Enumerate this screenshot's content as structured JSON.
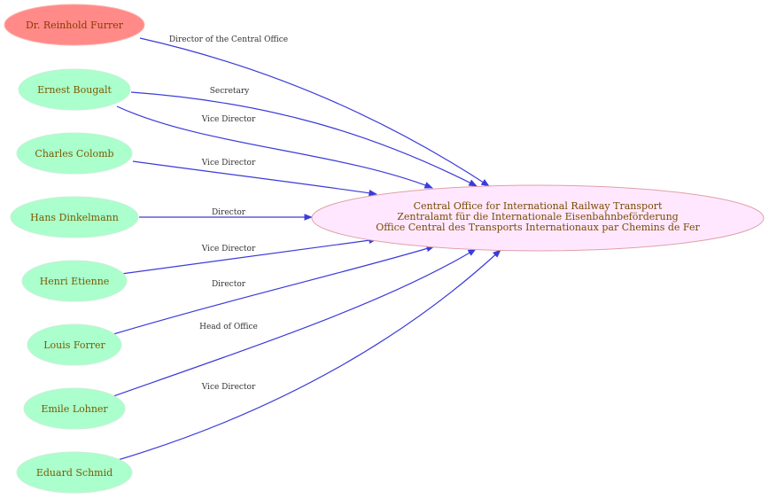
{
  "colors": {
    "edge": "#3b3bdb",
    "person_fill": "#aaffcc",
    "person_stroke": "#c8f0d8",
    "person_text": "#7a5a00",
    "director_fill": "#ff8a88",
    "director_stroke": "#ffb0aa",
    "director_text": "#8a3a00",
    "center_fill": "#ffe8ff",
    "center_stroke": "#e0a0a8",
    "center_text": "#7a4a00"
  },
  "center": {
    "lines": [
      "Central Office for International Railway Transport",
      "Zentralamt für die Internationale Eisenbahnbeförderung",
      "Office Central des Transports Internationaux par Chemins de Fer"
    ]
  },
  "people": [
    {
      "id": "furrer",
      "name": "Dr. Reinhold Furrer",
      "role": "Director of the Central Office",
      "highlight": true
    },
    {
      "id": "bougalt-sec",
      "name": "Ernest Bougalt",
      "role": "Secretary",
      "highlight": false
    },
    {
      "id": "colomb",
      "name": "Charles Colomb",
      "role": "Vice Director",
      "highlight": false
    },
    {
      "id": "dinkelmann",
      "name": "Hans Dinkelmann",
      "role": "Director",
      "highlight": false
    },
    {
      "id": "etienne",
      "name": "Henri Etienne",
      "role": "Vice Director",
      "highlight": false
    },
    {
      "id": "forrer",
      "name": "Louis Forrer",
      "role": "Director",
      "highlight": false
    },
    {
      "id": "lohner",
      "name": "Emile Lohner",
      "role": "Head of Office",
      "highlight": false
    },
    {
      "id": "schmid",
      "name": "Eduard Schmid",
      "role": "Vice Director",
      "highlight": false
    }
  ],
  "extra_edges": [
    {
      "from": "bougalt-sec",
      "role": "Vice Director"
    }
  ]
}
